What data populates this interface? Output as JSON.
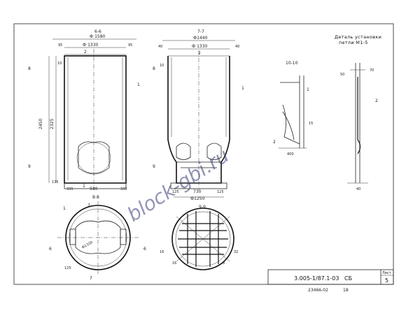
{
  "title": {
    "line1": "Деталь установки",
    "line2": "петли М1-5"
  },
  "sections": {
    "s66": "6-6",
    "s77": "7-7",
    "s88": "8-8",
    "s99": "9-9",
    "s1010": "10-10"
  },
  "dims": {
    "phi1580": "Ф 1580",
    "phi1330a": "Ф 1330",
    "phi1440": "Ф1440",
    "phi1330b": "Ф 1330",
    "phi1250": "Ф1250",
    "phi1330c": "Ф1330",
    "h2450": "2450",
    "h2325": "2325",
    "d135": "135",
    "d335a": "335",
    "d930": "930",
    "d335b": "335",
    "d125": "125",
    "d730": "730",
    "d125b": "125",
    "d400": "400",
    "d40": "40",
    "d40b": "40",
    "d40c": "40",
    "d50": "50",
    "d70": "70",
    "d15": "15",
    "d10": "10",
    "d10b": "10",
    "d16": "16",
    "d16b": "16",
    "d32": "32",
    "d8": "8",
    "d95": "95",
    "d95b": "95",
    "d125c": "125"
  },
  "marks": {
    "m1": "1",
    "m2": "2",
    "m6": "6",
    "m7": "7",
    "m8": "8",
    "m9": "9"
  },
  "stamp": {
    "code": "3.005-1/87.1-03",
    "section": "СБ",
    "sheet_label": "Лист",
    "sheet_no": "5",
    "inv": "23466-02",
    "page": "18"
  },
  "watermark": "block-gbi.ru"
}
